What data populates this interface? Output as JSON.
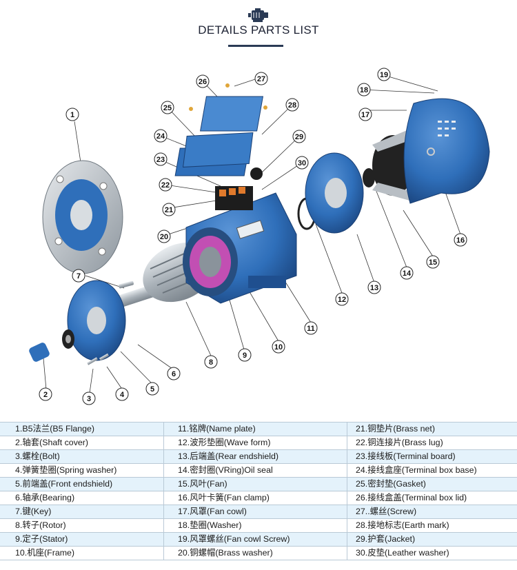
{
  "header": {
    "title": "DETAILS PARTS LIST",
    "icon": "motor-icon",
    "accent": "#2a3a55"
  },
  "diagram": {
    "callouts": [
      "1",
      "2",
      "3",
      "4",
      "5",
      "6",
      "7",
      "8",
      "9",
      "10",
      "11",
      "12",
      "13",
      "14",
      "15",
      "16",
      "17",
      "18",
      "19",
      "20",
      "21",
      "22",
      "23",
      "24",
      "25",
      "26",
      "27",
      "28",
      "29",
      "30"
    ],
    "colors": {
      "body": "#2f6fba",
      "body_dark": "#1f4f8f",
      "metal": "#b8bec4",
      "copper": "#e07a2c",
      "magenta": "#c24fb3"
    }
  },
  "parts": {
    "col1": [
      "1.B5法兰(B5 Flange)",
      "2.轴套(Shaft cover)",
      "3.螺栓(Bolt)",
      "4.弹簧垫圈(Spring washer)",
      "5.前端盖(Front endshield)",
      "6.轴承(Bearing)",
      "7.键(Key)",
      "8.转子(Rotor)",
      "9.定子(Stator)",
      "10.机座(Frame)"
    ],
    "col2": [
      "11.铭牌(Name plate)",
      "12.波形垫圈(Wave form)",
      "13.后端盖(Rear endshield)",
      "14.密封圈(VRing)Oil seal",
      "15.风叶(Fan)",
      "16.风叶卡簧(Fan clamp)",
      "17.风罩(Fan cowl)",
      "18.垫圈(Washer)",
      "19.风罩螺丝(Fan cowl Screw)",
      "20.铜螺帽(Brass washer)"
    ],
    "col3": [
      "21.铜垫片(Brass net)",
      "22.铜连接片(Brass lug)",
      "23.接线板(Terminal board)",
      "24.接线盒座(Terminal box base)",
      "25.密封垫(Gasket)",
      "26.接线盒盖(Terminal box lid)",
      "27..螺丝(Screw)",
      "28.接地标志(Earth mark)",
      "29.护套(Jacket)",
      "30.皮垫(Leather washer)"
    ]
  }
}
